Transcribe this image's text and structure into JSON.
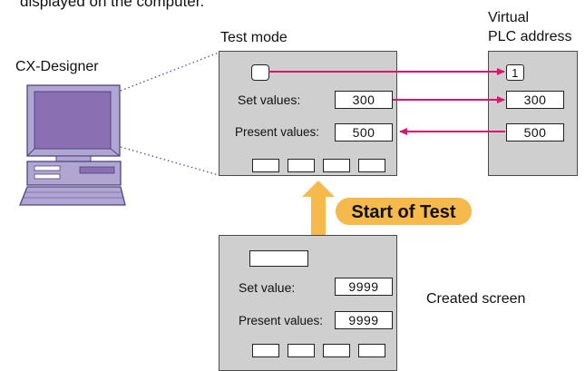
{
  "header": {
    "intro_tail": "displayed on the computer."
  },
  "computer": {
    "label": "CX-Designer",
    "icon": "desktop-computer-icon"
  },
  "test_mode": {
    "title": "Test mode",
    "set_values_label": "Set values:",
    "set_values_value": "300",
    "present_values_label": "Present values:",
    "present_values_value": "500"
  },
  "virtual_plc": {
    "title_line1": "Virtual",
    "title_line2": "PLC address",
    "bit_value": "1",
    "set_value": "300",
    "present_value": "500"
  },
  "start_of_test": {
    "label": "Start of Test"
  },
  "created_screen": {
    "caption": "Created screen",
    "set_value_label": "Set value:",
    "set_value_value": "9999",
    "present_values_label": "Present values:",
    "present_values_value": "9999"
  },
  "colors": {
    "panel": "#cfcfcf",
    "arrow_magenta": "#d6166f",
    "highlight_orange": "#f6b94b",
    "computer_purple": "#b1a5d2",
    "screen_purple": "#8a6fb3"
  }
}
